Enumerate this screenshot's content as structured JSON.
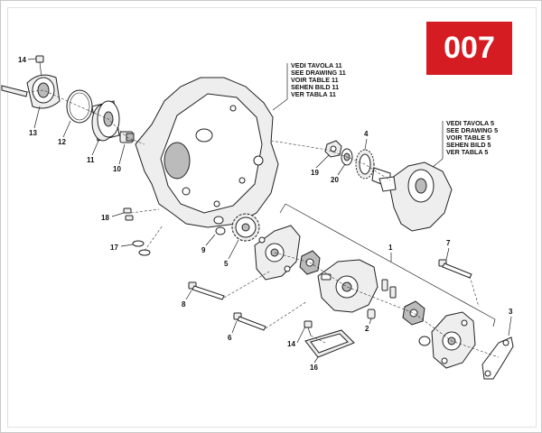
{
  "page_badge": "007",
  "reference_notes": [
    {
      "lines": [
        "VEDI TAVOLA 11",
        "SEE DRAWING 11",
        "VOIR TABLE 11",
        "SEHEN BILD 11",
        "VER TABLA 11"
      ]
    },
    {
      "lines": [
        "VEDI TAVOLA 5",
        "SEE DRAWING 5",
        "VOIR TABLE 5",
        "SEHEN BILD 5",
        "VER TABLA 5"
      ]
    }
  ],
  "callouts": {
    "c1": "1",
    "c2": "2",
    "c3": "3",
    "c4": "4",
    "c5": "5",
    "c6": "6",
    "c7": "7",
    "c8": "8",
    "c9": "9",
    "c10": "10",
    "c11": "11",
    "c12": "12",
    "c13": "13",
    "c14a": "14",
    "c14b": "14",
    "c16": "16",
    "c17": "17",
    "c18": "18",
    "c19": "19",
    "c20": "20"
  },
  "colors": {
    "badge": "#d51c22",
    "line": "#222222"
  }
}
